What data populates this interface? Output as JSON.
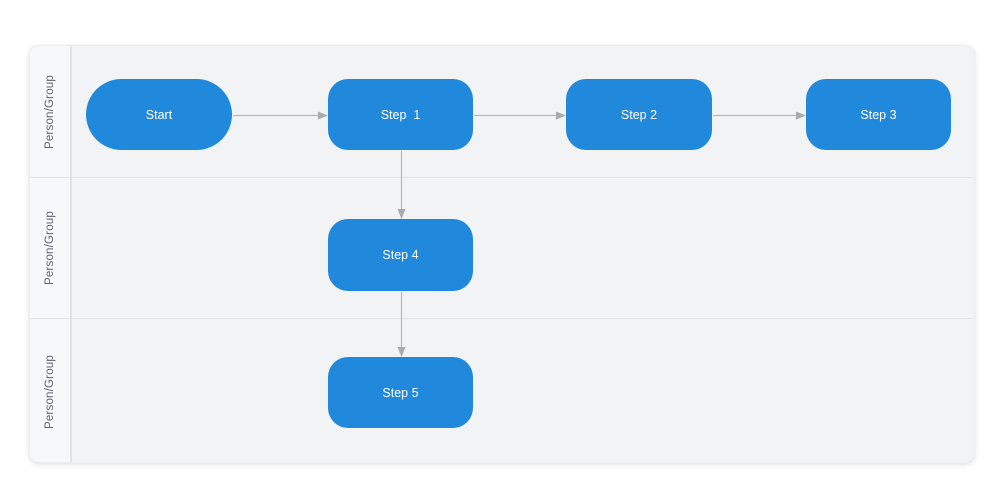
{
  "diagram": {
    "type": "swimlane-flowchart",
    "lanes": [
      {
        "label": "Person/Group"
      },
      {
        "label": "Person/Group"
      },
      {
        "label": "Person/Group"
      }
    ],
    "nodes": [
      {
        "id": "start",
        "label": "Start",
        "shape": "stadium",
        "lane": 0
      },
      {
        "id": "step1",
        "label": "Step  1",
        "shape": "rounded-rect",
        "lane": 0
      },
      {
        "id": "step2",
        "label": "Step 2",
        "shape": "rounded-rect",
        "lane": 0
      },
      {
        "id": "step3",
        "label": "Step 3",
        "shape": "rounded-rect",
        "lane": 0
      },
      {
        "id": "step4",
        "label": "Step 4",
        "shape": "rounded-rect",
        "lane": 1
      },
      {
        "id": "step5",
        "label": "Step 5",
        "shape": "rounded-rect",
        "lane": 2
      }
    ],
    "edges": [
      {
        "from": "start",
        "to": "step1"
      },
      {
        "from": "step1",
        "to": "step2"
      },
      {
        "from": "step2",
        "to": "step3"
      },
      {
        "from": "step1",
        "to": "step4"
      },
      {
        "from": "step4",
        "to": "step5"
      }
    ],
    "colors": {
      "node_fill": "#2189db",
      "node_text": "#ffffff",
      "lane_body_bg": "#f2f3f4",
      "lane_header_bg": "#f7f8f9",
      "grid_line": "#e3e4e7",
      "connector": "#b4b7bb",
      "arrowhead": "#a7abb0",
      "lane_label_text": "#5f6368",
      "page_bg": "#ffffff"
    }
  }
}
